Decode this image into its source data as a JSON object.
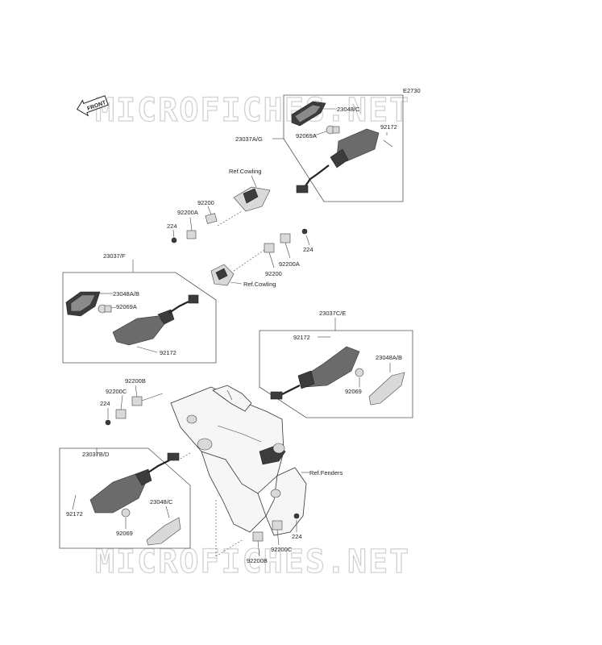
{
  "diagram": {
    "figure_code": "E2730",
    "front_badge": "FRONT",
    "watermark": "MICROFICHES.NET",
    "labels": {
      "r_23048c": "23048/C",
      "r_23037ag": "23037A/G",
      "r_92069a": "92069A",
      "r_92172": "92172",
      "r_refcowl": "Ref.Cowling",
      "r_92200": "92200",
      "r_92200a": "92200A",
      "r_224": "224",
      "m_224": "224",
      "m_92200a": "92200A",
      "m_92200": "92200",
      "l_23037f": "23037/F",
      "l_23048ab": "23048A/B",
      "l_92069a": "92069A",
      "l_92172": "92172",
      "l_refcowl": "Ref.Cowling",
      "rr_23037ce": "23037C/E",
      "rr_92172": "92172",
      "rr_23048ab": "23048A/B",
      "rr_92069": "92069",
      "ll_92200b": "92200B",
      "ll_92200c": "92200C",
      "ll_224": "224",
      "bl_23037bd": "23037B/D",
      "bl_92172": "92172",
      "bl_92069": "92069",
      "bl_23048c": "23048/C",
      "ref_fenders": "Ref.Fenders",
      "bc_224": "224",
      "bc_92200c": "92200C",
      "bc_92200b": "92200B"
    }
  }
}
